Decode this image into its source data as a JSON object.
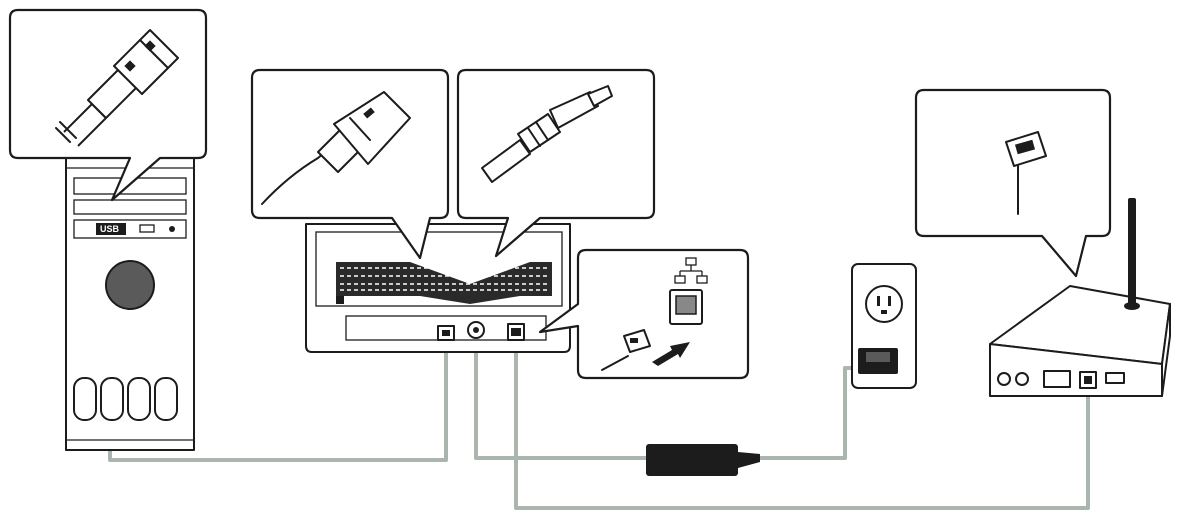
{
  "colors": {
    "cable": "#a9b5ad",
    "ink": "#1c1c1c",
    "paper": "#ffffff",
    "grille": "#5a5a5a"
  },
  "labels": {
    "usb_port_label": "USB"
  },
  "components": [
    {
      "name": "desktop-computer",
      "icon": "computer-tower-icon"
    },
    {
      "name": "scanner-rear-panel",
      "icon": "scanner-back-icon"
    },
    {
      "name": "power-adapter",
      "icon": "power-brick-icon"
    },
    {
      "name": "wall-outlet",
      "icon": "wall-outlet-icon"
    },
    {
      "name": "network-router",
      "icon": "router-icon"
    }
  ],
  "callouts": [
    {
      "name": "usb-a-plug-callout",
      "icon": "usb-a-plug-icon"
    },
    {
      "name": "usb-b-plug-callout",
      "icon": "usb-b-plug-icon"
    },
    {
      "name": "dc-power-plug-callout",
      "icon": "dc-barrel-plug-icon"
    },
    {
      "name": "ethernet-port-callout",
      "icon": "lan-network-icon"
    },
    {
      "name": "rj45-plug-callout",
      "icon": "rj45-plug-icon"
    }
  ],
  "connections": [
    {
      "name": "usb-cable",
      "from": "desktop-computer",
      "to": "scanner-rear-panel"
    },
    {
      "name": "power-cable",
      "from": "scanner-rear-panel",
      "to": "wall-outlet"
    },
    {
      "name": "ethernet-cable",
      "from": "scanner-rear-panel",
      "to": "network-router"
    }
  ]
}
